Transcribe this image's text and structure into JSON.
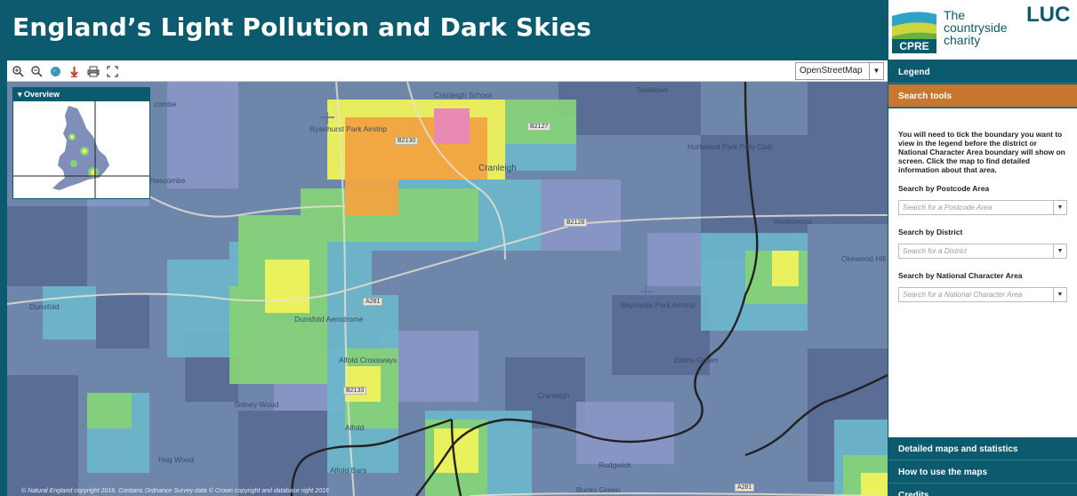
{
  "header": {
    "title": "England’s Light Pollution and Dark Skies",
    "cpre_badge": "CPRE",
    "cpre_lines": [
      "The",
      "countryside",
      "charity"
    ],
    "luc_logo": "LUC"
  },
  "toolbar": {
    "icons": [
      "zoom-in-icon",
      "zoom-out-icon",
      "globe-icon",
      "locate-pin-icon",
      "print-icon",
      "fullscreen-icon"
    ],
    "basemap_selected": "OpenStreetMap"
  },
  "overview": {
    "title": "Overview"
  },
  "map": {
    "places": [
      "Cranleigh School",
      "Swallows",
      "Ryanhurst Park Airstrip",
      "Cranleigh",
      "Hurtwood Park Polo Club",
      "Walliswood",
      "Okewood Hill",
      "Dunsfold",
      "Dunsfold Aerodrome",
      "Baynards Park Airstrip",
      "Alfold Crossways",
      "Ellens Green",
      "Sidney Wood",
      "Alfold",
      "Cranleigh",
      "Rudgwick",
      "Alfold Bars",
      "Bucks Green",
      "Hog Wood",
      "Hascombe",
      "combe"
    ],
    "roads": [
      "B2130",
      "B2127",
      "B2128",
      "A281",
      "B2133",
      "A281"
    ],
    "attribution": "© Natural England copyright 2016. Contains Ordnance Survey data © Crown copyright and database right 2016"
  },
  "panel": {
    "legend": "Legend",
    "search_tools": "Search tools",
    "intro": "You will need to tick the boundary you want to view in the legend before the district or National Character Area boundary will show on screen. Click the map to find detailed information about that area.",
    "postcode_label": "Search by Postcode Area",
    "postcode_placeholder": "Search for a Postcode Area",
    "district_label": "Search by District",
    "district_placeholder": "Search for a District",
    "nca_label": "Search by National Character Area",
    "nca_placeholder": "Search for a National Character Area",
    "detailed_maps": "Detailed maps and statistics",
    "how_to_use": "How to use the maps",
    "credits": "Credits"
  },
  "colors": {
    "brand": "#0b5a6e",
    "accent": "#c8772f",
    "light_levels": [
      "#5a6d94",
      "#7f8fba",
      "#6fb5cc",
      "#7ccfb2",
      "#8edb5a",
      "#eef25c",
      "#f3a23e",
      "#ea88b6"
    ]
  }
}
